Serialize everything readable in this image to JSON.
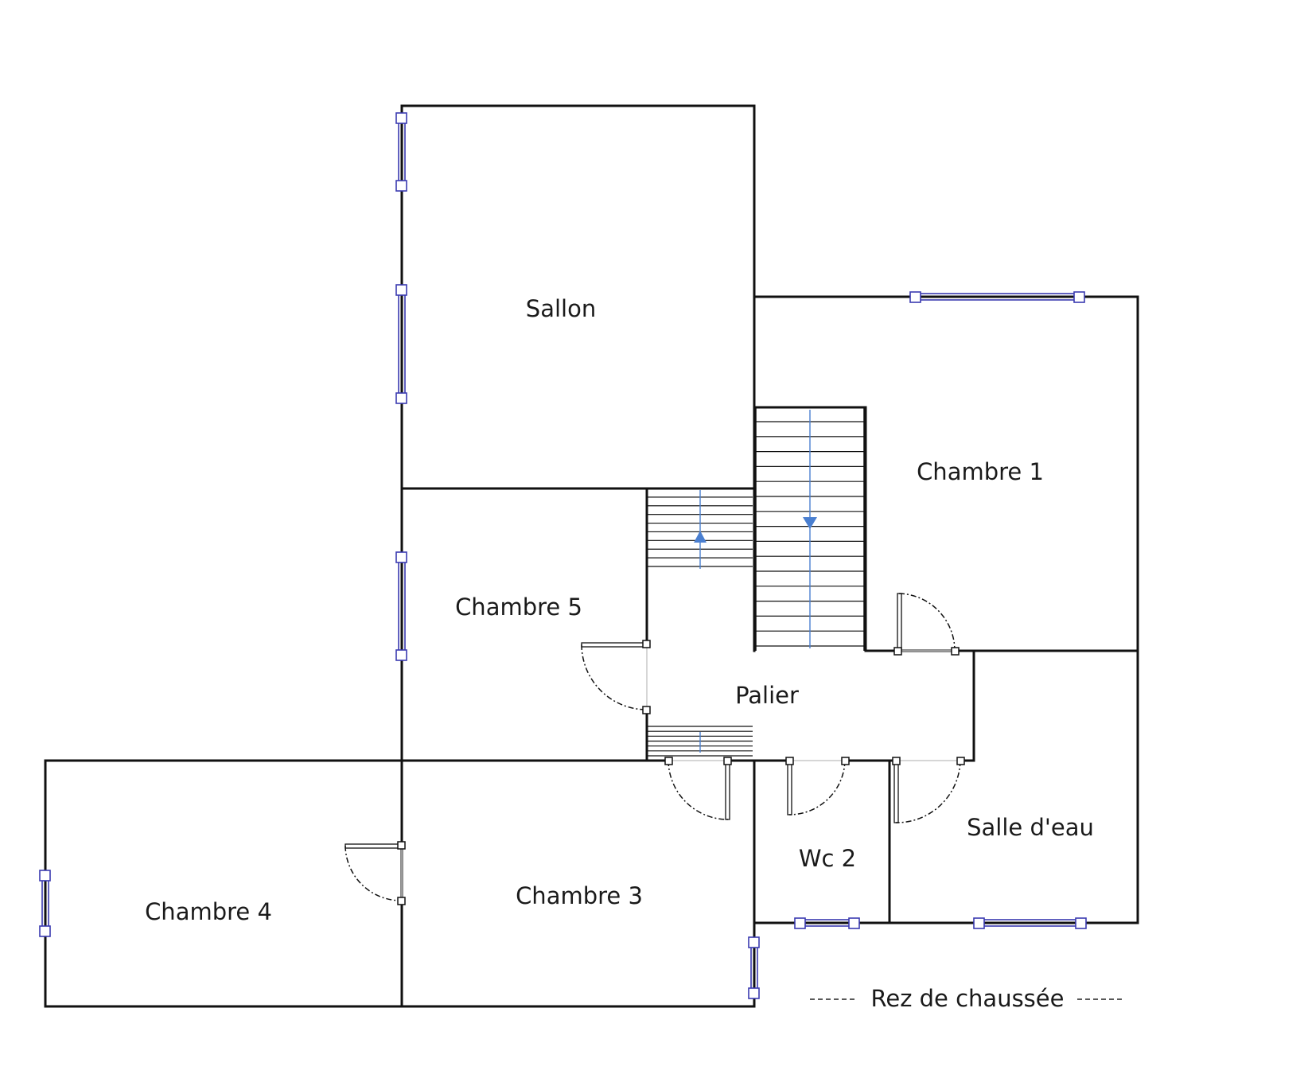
{
  "rooms": {
    "salon": "Sallon",
    "chambre1": "Chambre 1",
    "chambre5": "Chambre 5",
    "palier": "Palier",
    "salle_eau": "Salle d'eau",
    "wc2": "Wc 2",
    "chambre4": "Chambre 4",
    "chambre3": "Chambre 3"
  },
  "legend": {
    "level": "Rez de chaussée"
  },
  "colors": {
    "walls": "#111111",
    "windows": "#3a3ab0",
    "stair_arrows": "#4a7fd0"
  }
}
